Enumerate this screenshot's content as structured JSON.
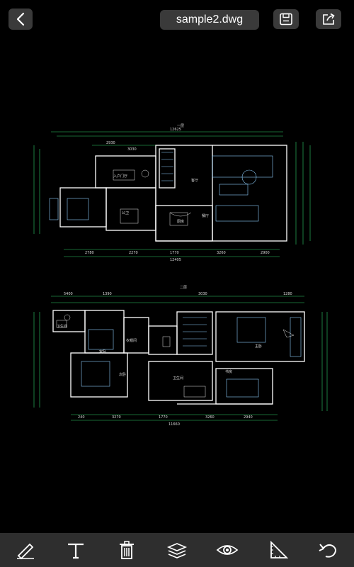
{
  "header": {
    "file_name": "sample2.dwg",
    "back_icon": "chevron-left-icon",
    "save_icon": "save-icon",
    "share_icon": "share-icon"
  },
  "toolbar": {
    "tools": [
      {
        "name": "pen-tool",
        "icon": "pen-icon"
      },
      {
        "name": "text-tool",
        "icon": "text-icon"
      },
      {
        "name": "delete-tool",
        "icon": "trash-icon"
      },
      {
        "name": "layers-tool",
        "icon": "layers-icon"
      },
      {
        "name": "view-tool",
        "icon": "eye-icon"
      },
      {
        "name": "measure-tool",
        "icon": "ruler-triangle-icon"
      },
      {
        "name": "undo-tool",
        "icon": "undo-icon"
      }
    ]
  },
  "drawing": {
    "plan1": {
      "title": "一层",
      "room_labels": [
        "入户门厅",
        "客厅",
        "厨房",
        "餐厅",
        "公卫"
      ],
      "dims_top": [
        "12625",
        "2930",
        "3030"
      ],
      "dims_bottom": [
        "2780",
        "2270",
        "1770",
        "3260",
        "2900",
        "12405"
      ]
    },
    "plan2": {
      "title": "二层",
      "room_labels": [
        "卫生间",
        "客卧",
        "主卧",
        "衣帽间",
        "次卧",
        "卫生间",
        "书房"
      ],
      "dims_top": [
        "5400",
        "1390",
        "3030",
        "1280"
      ],
      "dims_bottom": [
        "240",
        "3270",
        "1770",
        "3260",
        "2940",
        "11660"
      ]
    }
  }
}
